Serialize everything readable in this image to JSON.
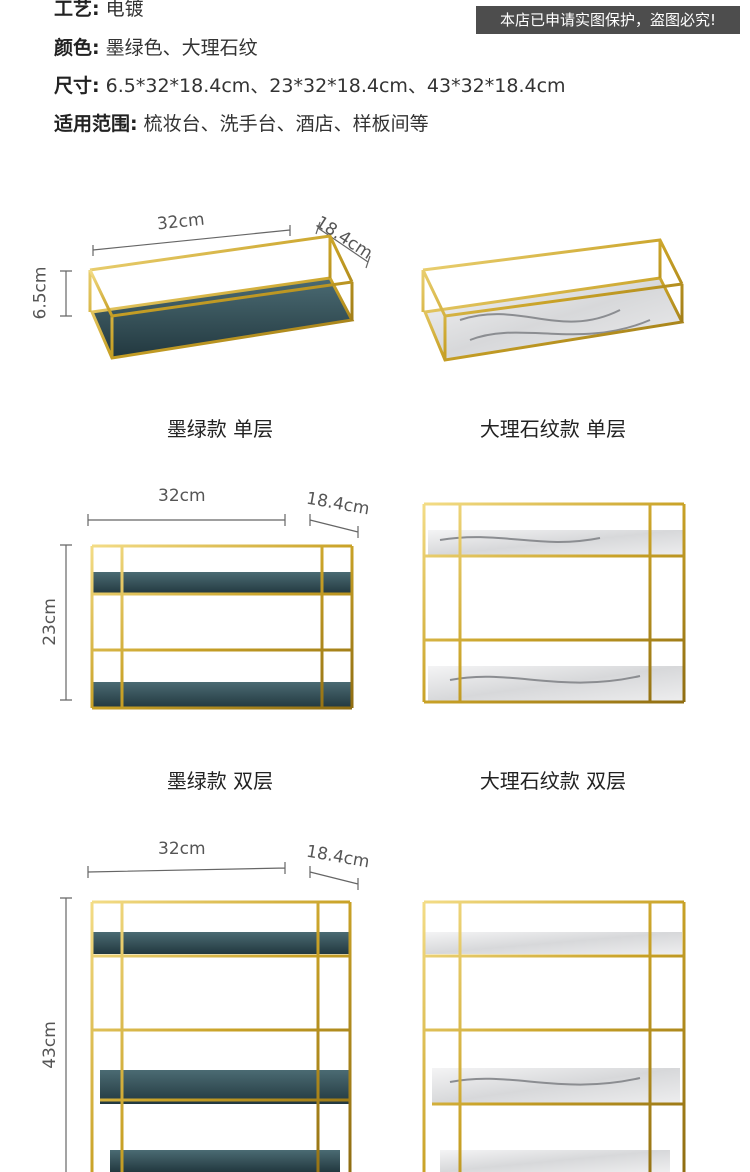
{
  "specs": [
    {
      "label": "工艺:",
      "value": "电镀"
    },
    {
      "label": "颜色:",
      "value": "墨绿色、大理石纹"
    },
    {
      "label": "尺寸:",
      "value": "6.5*32*18.4cm、23*32*18.4cm、43*32*18.4cm"
    },
    {
      "label": "适用范围:",
      "value": "梳妆台、洗手台、酒店、样板间等"
    }
  ],
  "notice": "本店已申请实图保护，盗图必究!",
  "rows": [
    {
      "dims": {
        "width": "32cm",
        "depth": "18.4cm",
        "height": "6.5cm"
      },
      "captions": {
        "left": "墨绿款 单层",
        "right": "大理石纹款 单层"
      }
    },
    {
      "dims": {
        "width": "32cm",
        "depth": "18.4cm",
        "height": "23cm"
      },
      "captions": {
        "left": "墨绿款 双层",
        "right": "大理石纹款 双层"
      }
    },
    {
      "dims": {
        "width": "32cm",
        "depth": "18.4cm",
        "height": "43cm"
      }
    }
  ],
  "colors": {
    "gold": "#c9a227",
    "dark_green": "#2f4a52",
    "marble": "#e9e9ea",
    "notice_bg": "#4d4d4d"
  }
}
